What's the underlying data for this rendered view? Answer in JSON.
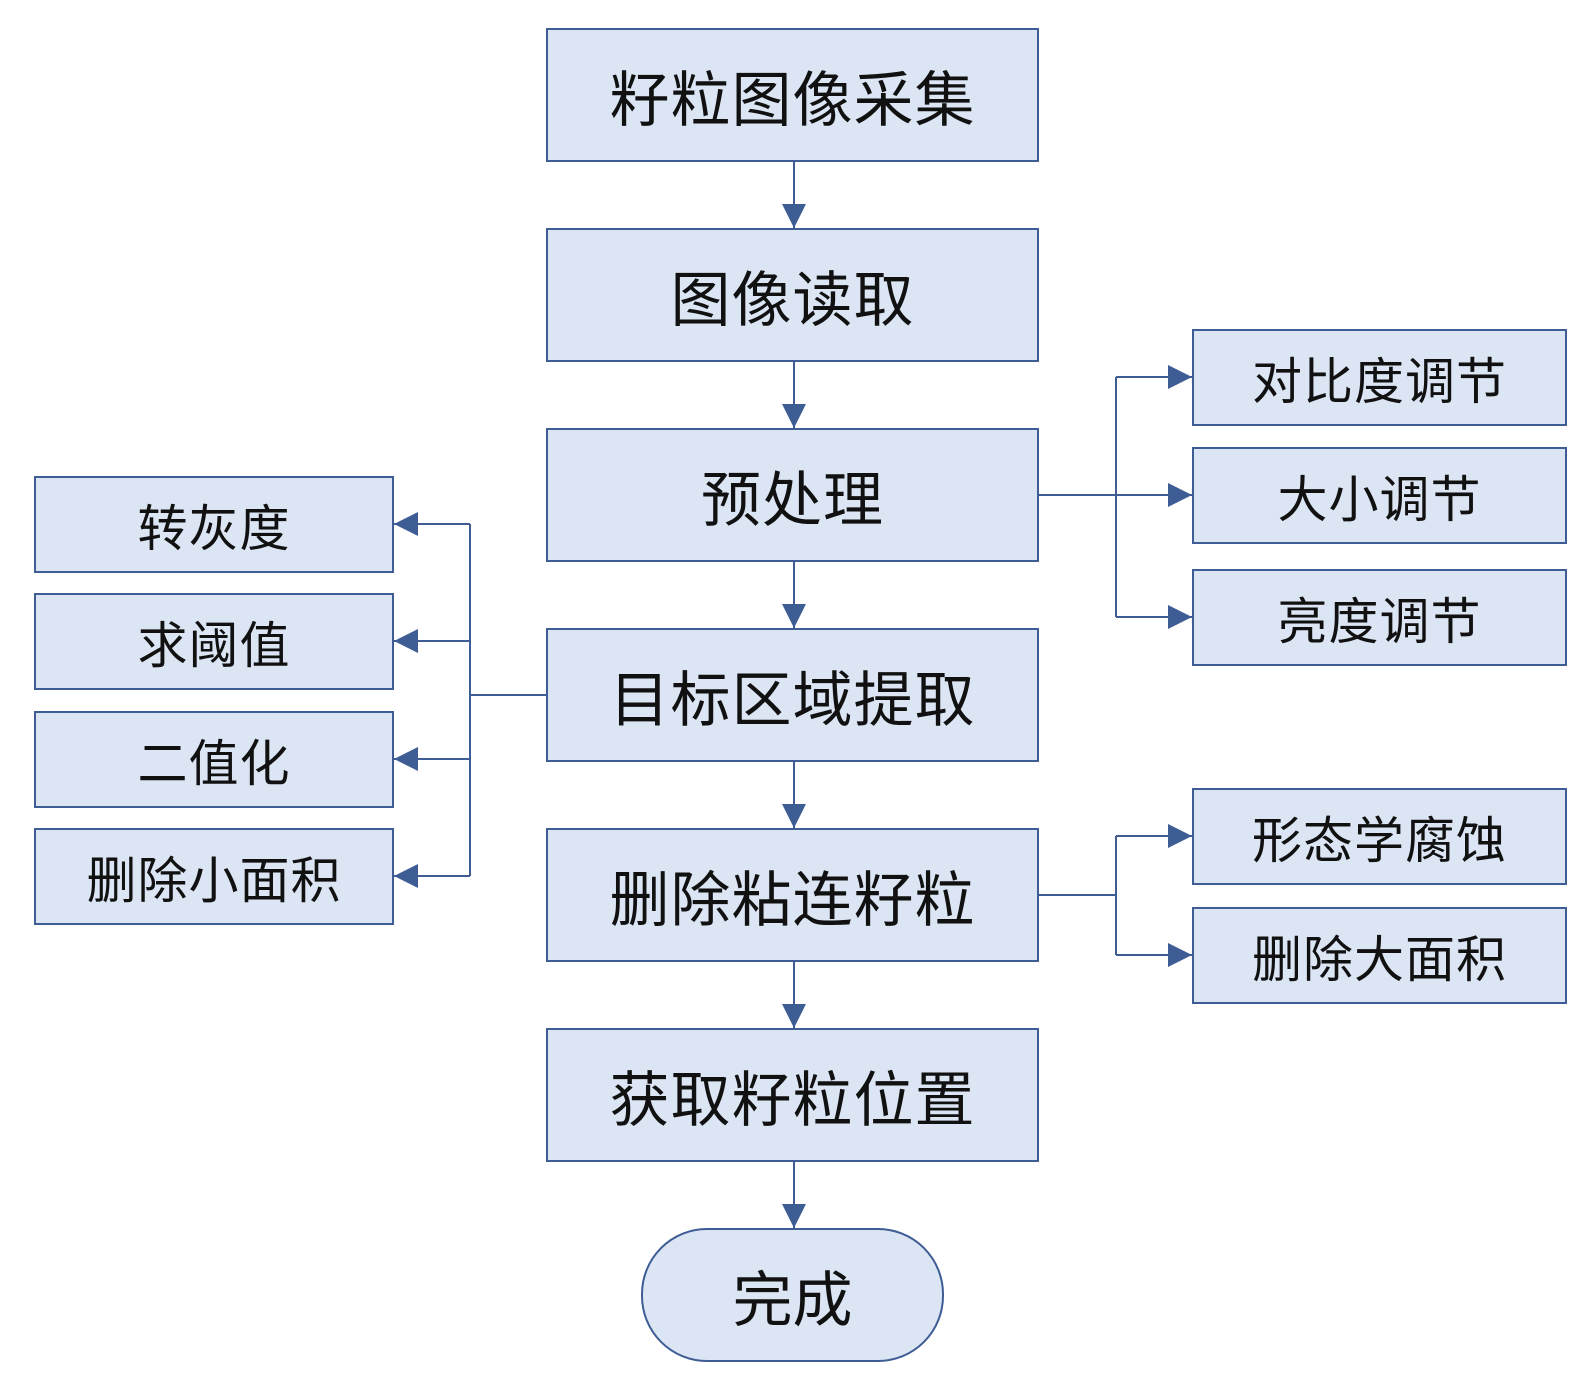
{
  "colors": {
    "box_fill": "#dbe5f4",
    "box_border": "#3f5d95",
    "arrow": "#3f5d95"
  },
  "main_steps": [
    "籽粒图像采集",
    "图像读取",
    "预处理",
    "目标区域提取",
    "删除粘连籽粒",
    "获取籽粒位置"
  ],
  "end_step": "完成",
  "preprocess_substeps": [
    "对比度调节",
    "大小调节",
    "亮度调节"
  ],
  "extraction_substeps": [
    "转灰度",
    "求阈值",
    "二值化",
    "删除小面积"
  ],
  "separation_substeps": [
    "形态学腐蚀",
    "删除大面积"
  ]
}
